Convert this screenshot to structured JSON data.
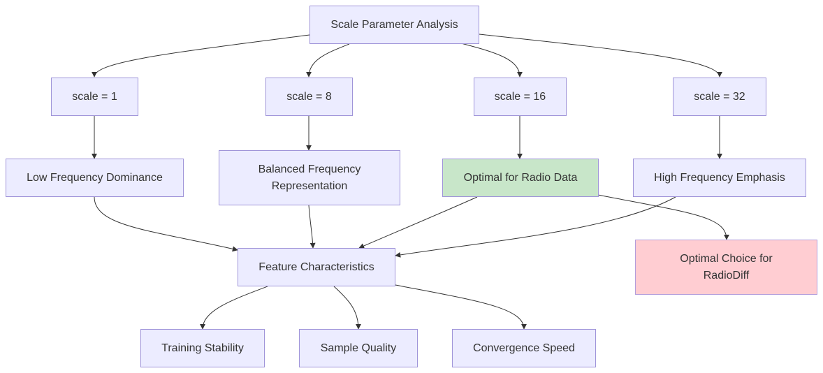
{
  "diagram": {
    "colors": {
      "node_fill": "#ececff",
      "node_border": "#9f94d9",
      "highlight_green": "#c8e6c9",
      "highlight_pink": "#ffcdd2",
      "edge": "#333333",
      "text": "#333333"
    },
    "nodes": {
      "root": "Scale Parameter Analysis",
      "scale1": "scale = 1",
      "scale8": "scale = 8",
      "scale16": "scale = 16",
      "scale32": "scale = 32",
      "low_freq": "Low Frequency Dominance",
      "balanced_l1": "Balanced Frequency",
      "balanced_l2": "Representation",
      "optimal_radio": "Optimal for Radio Data",
      "high_freq": "High Frequency Emphasis",
      "features": "Feature Characteristics",
      "radiodiff_l1": "Optimal Choice for",
      "radiodiff_l2": "RadioDiff",
      "training": "Training Stability",
      "sample": "Sample Quality",
      "convergence": "Convergence Speed"
    },
    "edges": [
      [
        "root",
        "scale1"
      ],
      [
        "root",
        "scale8"
      ],
      [
        "root",
        "scale16"
      ],
      [
        "root",
        "scale32"
      ],
      [
        "scale1",
        "low_freq"
      ],
      [
        "scale8",
        "balanced"
      ],
      [
        "scale16",
        "optimal_radio"
      ],
      [
        "scale32",
        "high_freq"
      ],
      [
        "low_freq",
        "features"
      ],
      [
        "balanced",
        "features"
      ],
      [
        "optimal_radio",
        "features"
      ],
      [
        "high_freq",
        "features"
      ],
      [
        "optimal_radio",
        "radiodiff"
      ],
      [
        "features",
        "training"
      ],
      [
        "features",
        "sample"
      ],
      [
        "features",
        "convergence"
      ]
    ]
  }
}
